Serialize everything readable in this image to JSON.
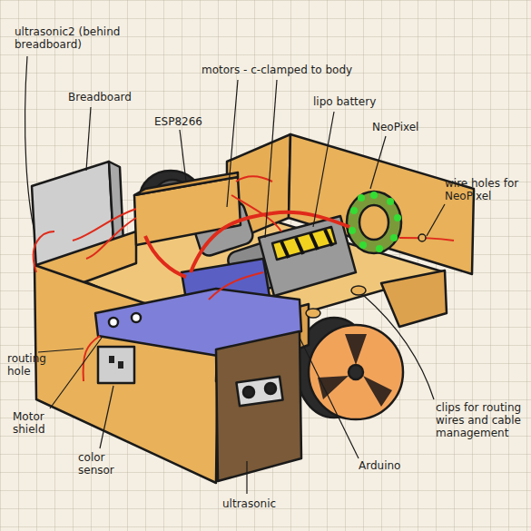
{
  "diagram": {
    "labels": [
      "ultrasonic2 (behind breadboard)",
      "Breadboard",
      "motors - c-clamped to body",
      "ESP8266",
      "lipo battery",
      "NeoPixel",
      "wire holes for NeoPixel",
      "routing hole",
      "Motor shield",
      "color sensor",
      "clips for routing wires and cable management",
      "Arduino",
      "ultrasonic"
    ]
  }
}
